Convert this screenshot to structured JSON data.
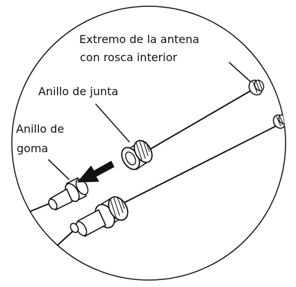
{
  "labels": {
    "antenna_end_line1": "Extremo de la antena",
    "antenna_end_line2": "con rosca interior",
    "seal_ring": "Anillo de junta",
    "rubber_ring_line1": "Anillo de",
    "rubber_ring_line2": "goma"
  },
  "colors": {
    "line": "#111111",
    "background": "#ffffff"
  }
}
